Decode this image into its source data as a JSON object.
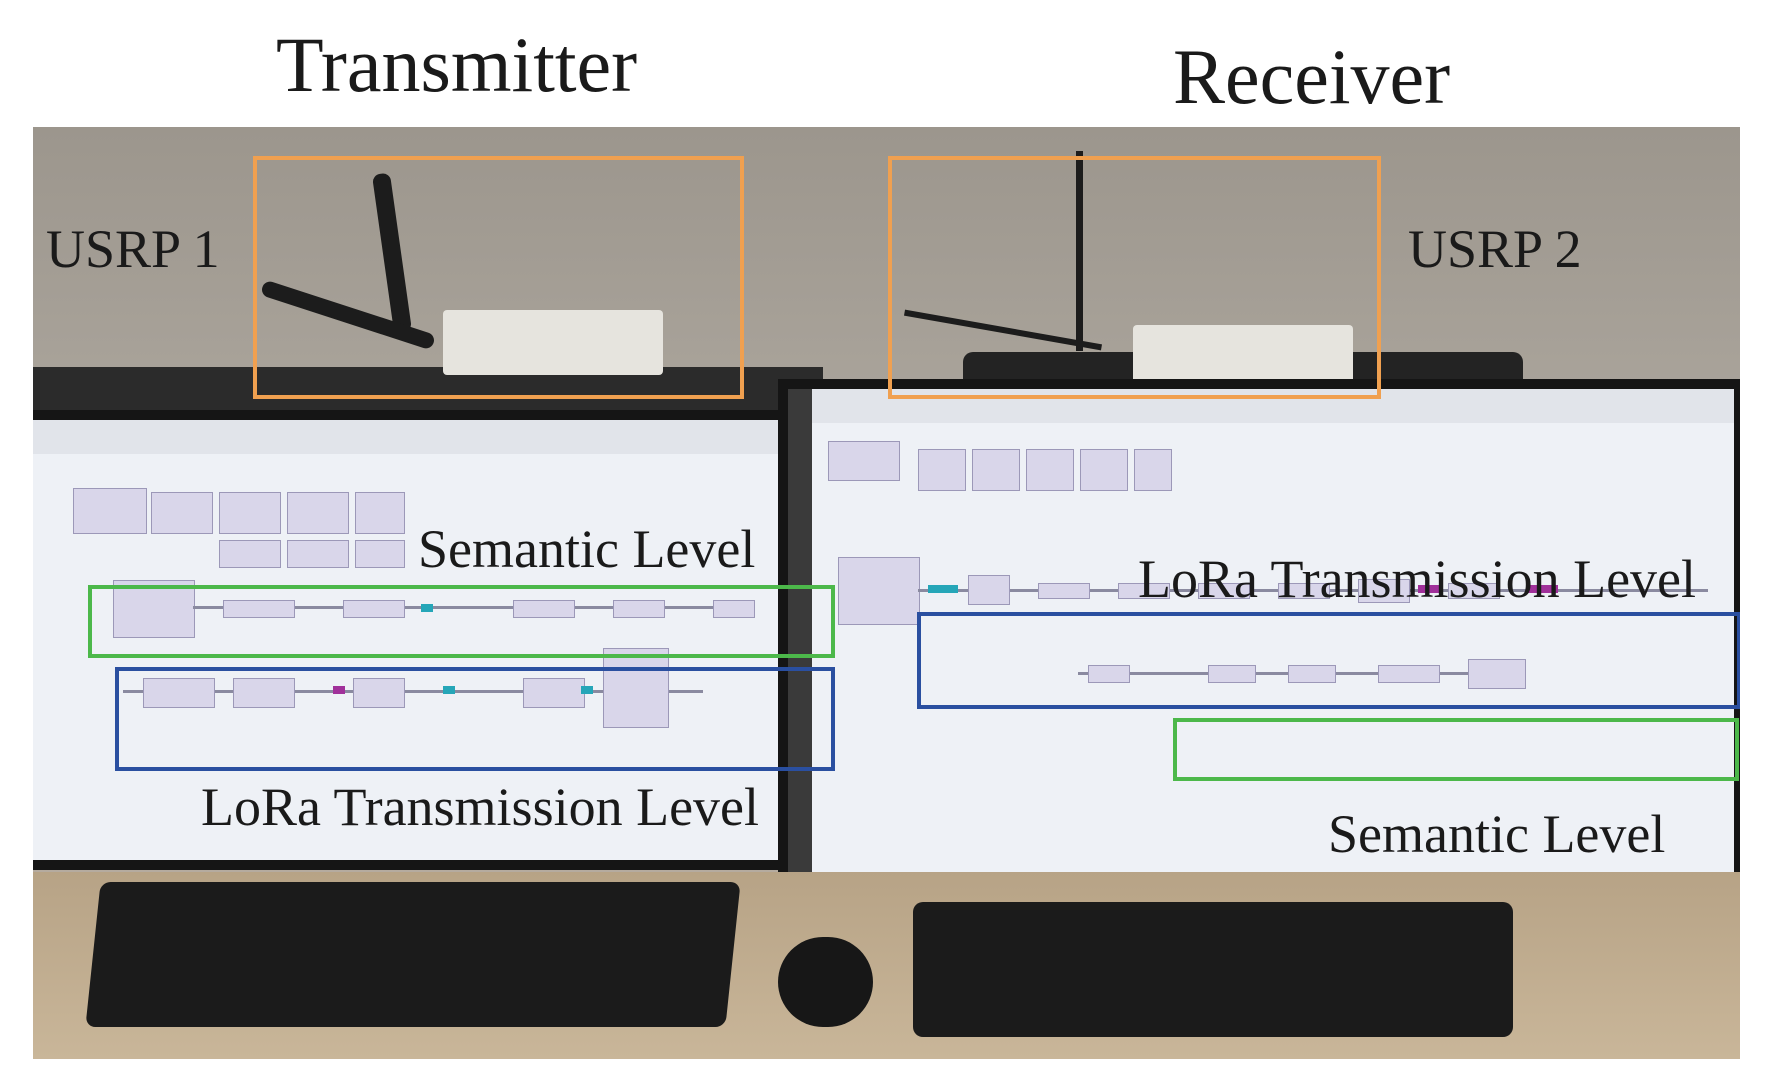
{
  "headings": {
    "transmitter": "Transmitter",
    "receiver": "Receiver"
  },
  "devices": {
    "usrp1": "USRP 1",
    "usrp2": "USRP 2"
  },
  "transmitter_screen": {
    "semantic_label": "Semantic Level",
    "lora_label": "LoRa Transmission Level"
  },
  "receiver_screen": {
    "lora_label": "LoRa Transmission Level",
    "semantic_label": "Semantic Level"
  },
  "colors": {
    "usrp_box": "#f0a050",
    "semantic_box": "#4cb84a",
    "lora_box": "#2a4fa0"
  }
}
